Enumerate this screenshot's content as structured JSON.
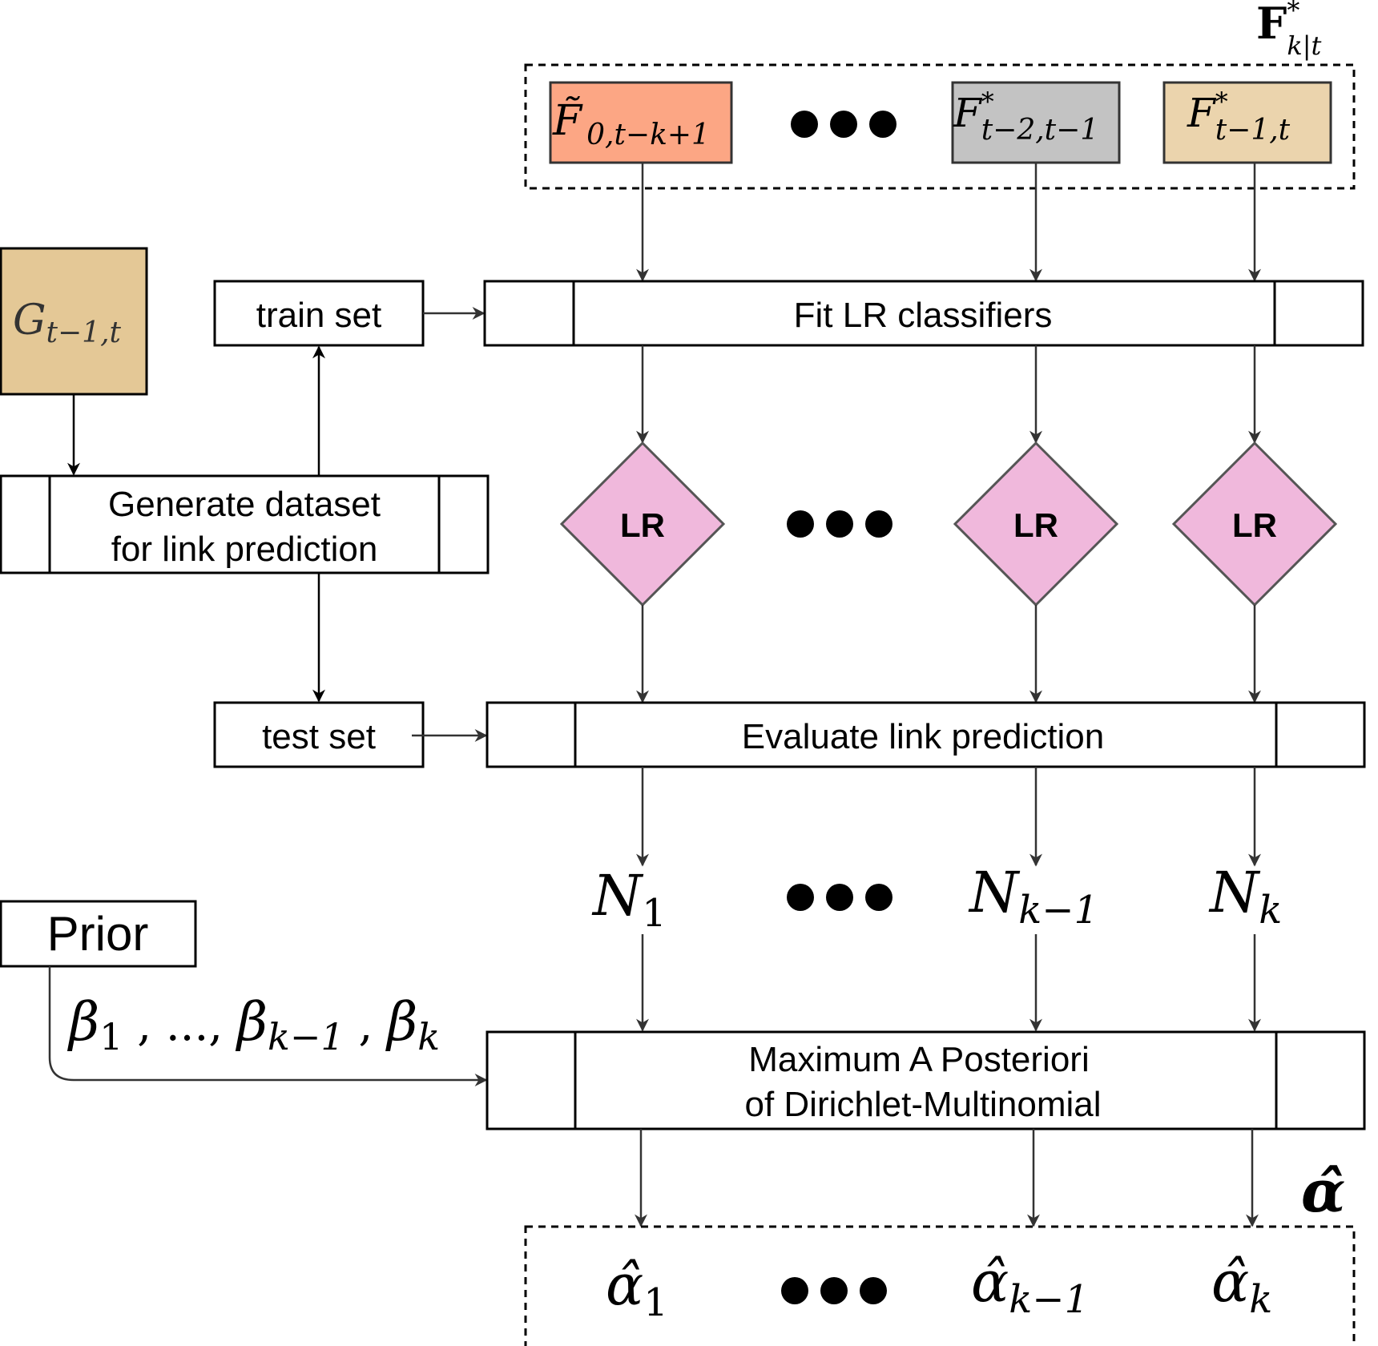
{
  "colors": {
    "f0_fill": "#fca684",
    "ft2_fill": "#c3c3c3",
    "ft1_fill": "#ebd4ad",
    "g_fill": "#e4c896",
    "lr_fill": "#f0b8dc"
  },
  "top_group": {
    "label": {
      "base": "F",
      "sup": "*",
      "sub": "k|t"
    },
    "items": [
      {
        "base": "F̃",
        "sub": "0,t−k+1"
      },
      {
        "base": "F",
        "sup": "*",
        "sub": "t−2,t−1"
      },
      {
        "base": "F",
        "sup": "*",
        "sub": "t−1,t"
      }
    ]
  },
  "graph_input": {
    "base": "G",
    "sub": "t−1,t"
  },
  "train_set": "train set",
  "test_set": "test set",
  "generate_dataset": {
    "line1": "Generate dataset",
    "line2": "for link prediction"
  },
  "fit_classifiers": "Fit LR classifiers",
  "lr_label": "LR",
  "evaluate": "Evaluate link prediction",
  "counts": [
    {
      "base": "N",
      "sub": "1"
    },
    {
      "base": "N",
      "sub": "k−1"
    },
    {
      "base": "N",
      "sub": "k"
    }
  ],
  "prior": "Prior",
  "betas": {
    "b1": "β",
    "b1_sub": "1",
    "sep1": " , ..., ",
    "b2": "β",
    "b2_sub": "k−1",
    "sep2": " , ",
    "b3": "β",
    "b3_sub": "k"
  },
  "map": {
    "line1": "Maximum A Posteriori",
    "line2": "of Dirichlet-Multinomial"
  },
  "output_group": {
    "label": "α̂",
    "items": [
      {
        "base": "α̂",
        "sub": "1"
      },
      {
        "base": "α̂",
        "sub": "k−1"
      },
      {
        "base": "α̂",
        "sub": "k"
      }
    ]
  }
}
